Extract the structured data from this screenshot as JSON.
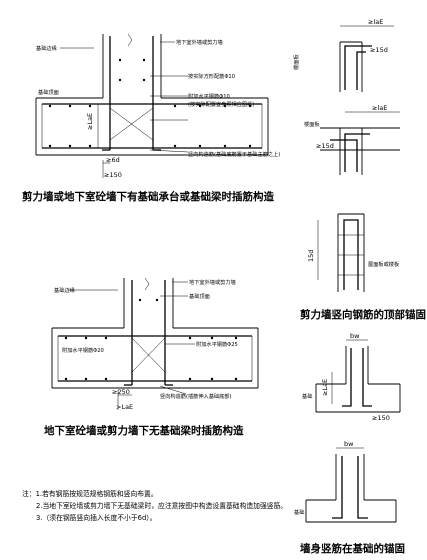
{
  "figure1": {
    "caption": "剪力墙或地下室砼墙下有基础承台或基础梁时插筋构造",
    "labels": {
      "base_edge": "基础边缘",
      "wall_edge": "地下室外墙或剪力墙",
      "foundation_top": "基础顶面",
      "bottom_rebar_note": "按实际方形配筋Φ10",
      "mid_rebar_note": "附加水平钢筋Φ10",
      "mid_rebar_note2": "(按实际配置宜参照相应图纸)",
      "bottom_note": "竖向构造筋(基础底筋置于基础主筋之上)",
      "dim_lae": "≥LaE",
      "dim_6d": "≥6d",
      "dim_150": "≥150"
    }
  },
  "figure2": {
    "caption": "地下室砼墙或剪力墙下无基础梁时插筋构造",
    "labels": {
      "base_edge": "基础边缘",
      "wall_edge": "地下室外墙或剪力墙",
      "foundation_top": "基础顶面",
      "bottom_rebar_note": "附加水平钢筋Φ20",
      "mid_rebar_note": "附加水平钢筋Φ25",
      "bottom_note": "竖向构造筋(插筋伸入基础底部)",
      "dim_250": "≥250",
      "dim_lae": ">LaE"
    }
  },
  "detail_top": {
    "caption": "剪力墙竖向钢筋的顶部锚固",
    "labels": {
      "dim_lae_1": "≥laE",
      "dim_15d_1": "≥15d",
      "dim_lae_2": "≥laE",
      "dim_15d_2": "≥15d",
      "dim_15d_3": "15d",
      "label_a": "楼面板",
      "label_b": "楼面板",
      "label_c": "屋面板或楼板"
    }
  },
  "detail_base": {
    "caption": "墙身竖筋在基础的锚固",
    "labels": {
      "bw_1": "bw",
      "bw_2": "bw",
      "dim_lae": "≥LaE",
      "dim_150": "≥150",
      "label_a": "基础",
      "label_b": "基础"
    }
  },
  "notes": {
    "line1": "注：1.若有钢筋按规范规格钢筋和竖向布置。",
    "line2": "2.当地下室砼墙或剪力墙下无基础梁时，应注意按图中构造设置基础构造加强竖筋。",
    "line3": "3.（须在钢筋竖向插入长度不小于6d）。"
  }
}
